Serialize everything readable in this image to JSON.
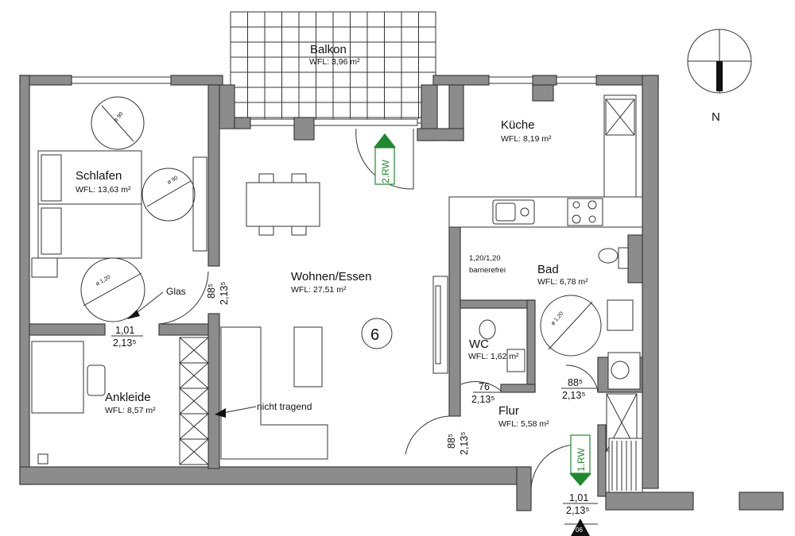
{
  "rooms": {
    "balkon": {
      "name": "Balkon",
      "area": "WFL: 3,96 m²"
    },
    "kueche": {
      "name": "Küche",
      "area": "WFL: 8,19 m²"
    },
    "schlafen": {
      "name": "Schlafen",
      "area": "WFL: 13,63 m²"
    },
    "wohnen": {
      "name": "Wohnen/Essen",
      "area": "WFL: 27,51 m²"
    },
    "bad": {
      "name": "Bad",
      "area": "WFL: 6,78 m²"
    },
    "wc": {
      "name": "WC",
      "area": "WFL: 1,62 m²"
    },
    "ankleide": {
      "name": "Ankleide",
      "area": "WFL: 8,57 m²"
    },
    "flur": {
      "name": "Flur",
      "area": "WFL: 5,58 m²"
    }
  },
  "annotations": {
    "unit_number": "6",
    "glas": "Glas",
    "nicht_tragend": "nicht tragend",
    "bad_clearance": "1,20/1,20",
    "bad_barrierefrei": "barrierefrei",
    "rw1": "1.RW",
    "rw2": "2.RW",
    "section_marker": "06",
    "north": "N",
    "turn_90_a": "ø 90",
    "turn_90_b": "ø 90",
    "turn_120_schlafen": "ø 1,20",
    "turn_120_bad": "ø 1,20"
  },
  "dimensions": {
    "schlafen_door_w": "1,01",
    "schlafen_door_h": "2,13⁵",
    "glas_door_w": "88⁵",
    "glas_door_h": "2,13⁵",
    "wc_door_w": "76",
    "wc_door_h": "2,13⁵",
    "bad_door_w": "88⁵",
    "bad_door_h": "2,13⁵",
    "wohnen_door_w": "88⁵",
    "wohnen_door_h": "2,13⁵",
    "entry_door_w": "1,01",
    "entry_door_h": "2,13⁵"
  },
  "colors": {
    "wall_fill": "#8c8c8c",
    "escape_route": "#1e8a2e",
    "line": "#333333"
  }
}
